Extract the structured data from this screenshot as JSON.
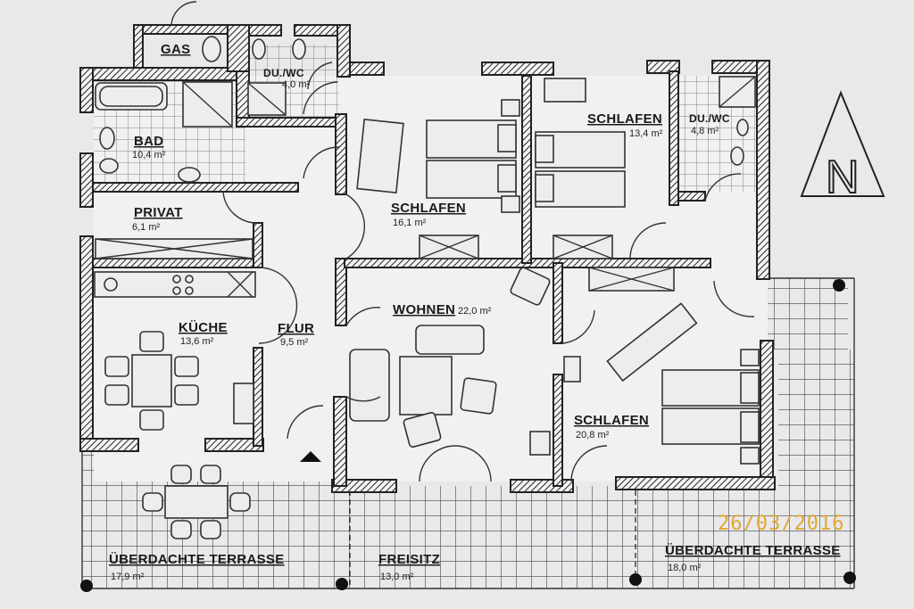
{
  "plan": {
    "rooms": [
      {
        "id": "gas",
        "name": "GAS",
        "area": ""
      },
      {
        "id": "duwc1",
        "name": "DU./WC",
        "area": "4,0 m²"
      },
      {
        "id": "bad",
        "name": "BAD",
        "area": "10,4 m²"
      },
      {
        "id": "privat",
        "name": "PRIVAT",
        "area": "6,1 m²"
      },
      {
        "id": "kueche",
        "name": "KÜCHE",
        "area": "13,6 m²"
      },
      {
        "id": "flur",
        "name": "FLUR",
        "area": "9,5 m²"
      },
      {
        "id": "schlafen1",
        "name": "SCHLAFEN",
        "area": "16,1 m²"
      },
      {
        "id": "schlafen2",
        "name": "SCHLAFEN",
        "area": "13,4 m²"
      },
      {
        "id": "duwc2",
        "name": "DU./WC",
        "area": "4,8 m²"
      },
      {
        "id": "wohnen",
        "name": "WOHNEN",
        "area": "22,0 m²"
      },
      {
        "id": "schlafen3",
        "name": "SCHLAFEN",
        "area": "20,8 m²"
      },
      {
        "id": "terrasse1",
        "name": "ÜBERDACHTE TERRASSE",
        "area": "17,9 m²"
      },
      {
        "id": "freisitz",
        "name": "FREISITZ",
        "area": "13,0 m²"
      },
      {
        "id": "terrasse2",
        "name": "ÜBERDACHTE TERRASSE",
        "area": "18,0 m²"
      }
    ],
    "north_label": "N",
    "date_stamp": "26/03/2016"
  },
  "colors": {
    "paper": "#e9e9ec",
    "ink": "#222222",
    "date": "#e0a830"
  }
}
